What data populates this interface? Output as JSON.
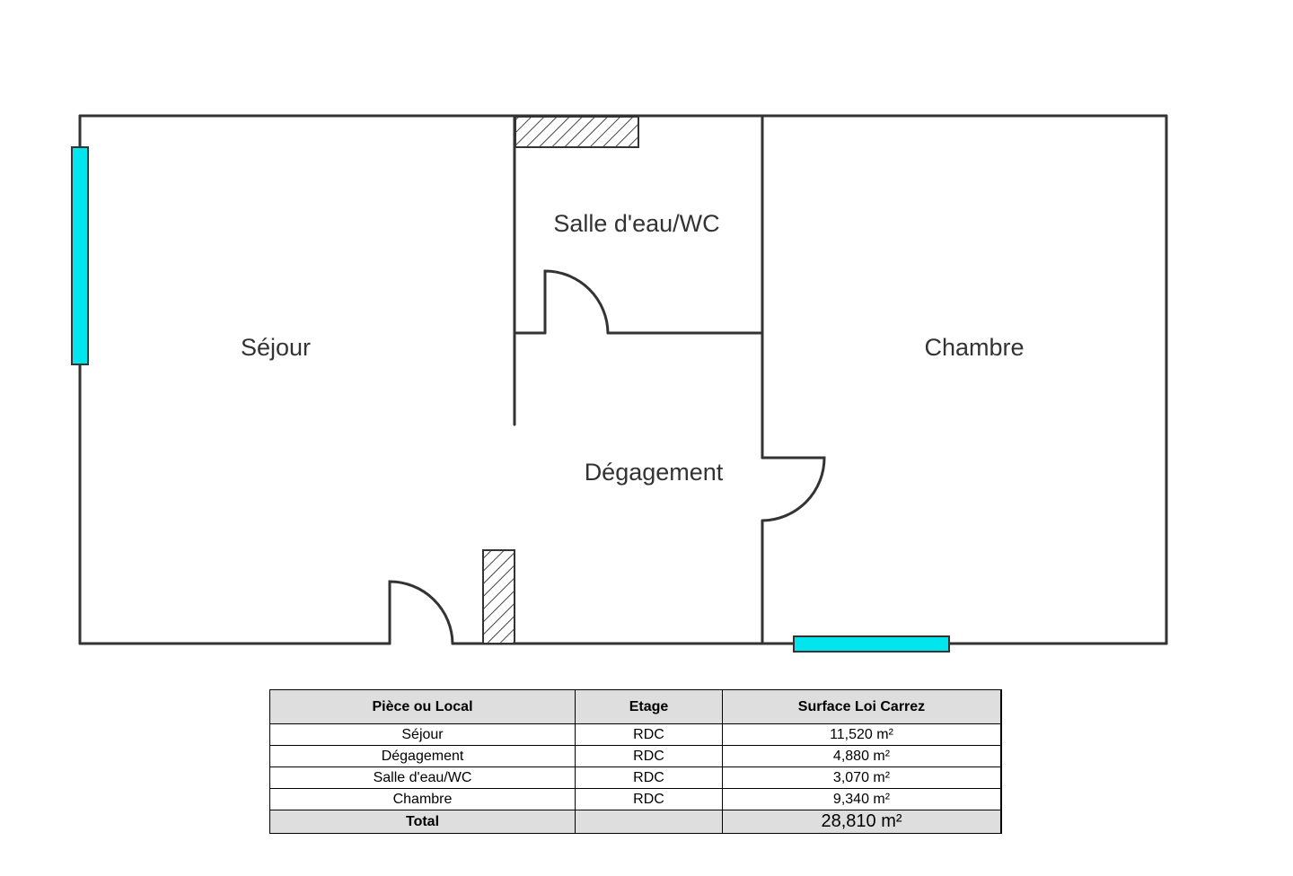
{
  "rooms": {
    "sejour": "Séjour",
    "salle_eau": "Salle d'eau/WC",
    "degagement": "Dégagement",
    "chambre": "Chambre"
  },
  "colors": {
    "window": "#00e5ee",
    "wall": "#333333",
    "table_header_bg": "#dedede"
  },
  "table": {
    "headers": [
      "Pièce ou Local",
      "Etage",
      "Surface Loi Carrez"
    ],
    "rows": [
      [
        "Séjour",
        "RDC",
        "11,520 m²"
      ],
      [
        "Dégagement",
        "RDC",
        "4,880 m²"
      ],
      [
        "Salle d'eau/WC",
        "RDC",
        "3,070 m²"
      ],
      [
        "Chambre",
        "RDC",
        "9,340 m²"
      ]
    ],
    "total": {
      "label": "Total",
      "floor": "",
      "surface": "28,810 m²"
    }
  }
}
